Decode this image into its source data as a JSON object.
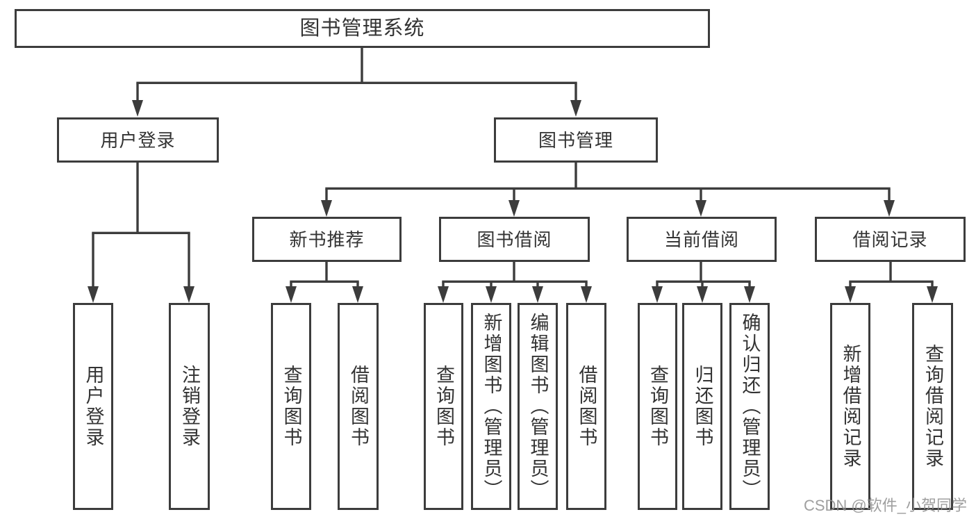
{
  "diagram": {
    "root": {
      "label": "图书管理系统"
    },
    "branches": {
      "user_login": {
        "label": "用户登录"
      },
      "book_management": {
        "label": "图书管理"
      }
    },
    "modules": {
      "new_book_recommend": {
        "label": "新书推荐"
      },
      "book_borrow": {
        "label": "图书借阅"
      },
      "current_borrow": {
        "label": "当前借阅"
      },
      "borrow_records": {
        "label": "借阅记录"
      }
    },
    "leaves": {
      "login": {
        "label": "用户登录"
      },
      "logout": {
        "label": "注销登录"
      },
      "nbr_query_books": {
        "label": "查询图书"
      },
      "nbr_borrow_books": {
        "label": "借阅图书"
      },
      "bb_query_books": {
        "label": "查询图书"
      },
      "bb_add_books": {
        "label": "新增图书（管理员）"
      },
      "bb_edit_books": {
        "label": "编辑图书（管理员）"
      },
      "bb_borrow_books": {
        "label": "借阅图书"
      },
      "cb_query_books": {
        "label": "查询图书"
      },
      "cb_return_books": {
        "label": "归还图书"
      },
      "cb_confirm_return": {
        "label": "确认归还（管理员）"
      },
      "br_add_record": {
        "label": "新增借阅记录"
      },
      "br_query_record": {
        "label": "查询借阅记录"
      }
    }
  },
  "watermark": {
    "text": "CSDN @软件_小贺同学"
  },
  "colors": {
    "line": "#3c3c3c",
    "text": "#333333",
    "watermark": "#8f8f8f"
  }
}
